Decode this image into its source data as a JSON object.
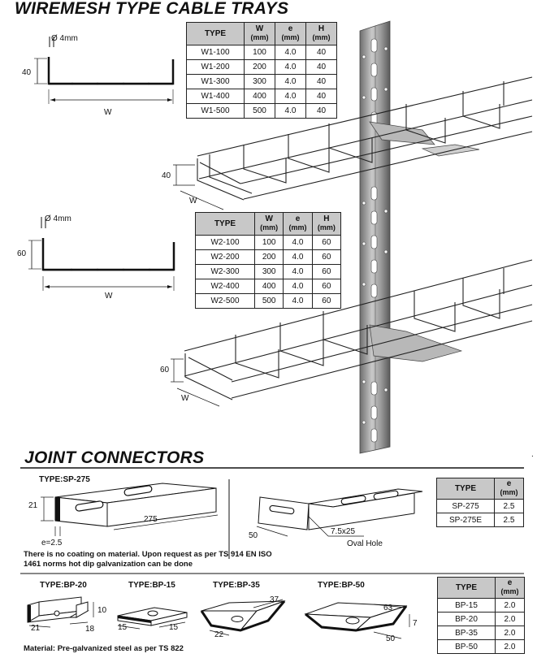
{
  "title": "WIREMESH TYPE CABLE TRAYS",
  "section2_title": "JOINT CONNECTORS",
  "w1": {
    "wire_dia": "Ø 4mm",
    "height_dim": "40",
    "width_dim": "W",
    "headers": [
      "TYPE",
      "W",
      "(mm)",
      "e",
      "(mm)",
      "H",
      "(mm)"
    ],
    "rows": [
      [
        "W1-100",
        "100",
        "4.0",
        "40"
      ],
      [
        "W1-200",
        "200",
        "4.0",
        "40"
      ],
      [
        "W1-300",
        "300",
        "4.0",
        "40"
      ],
      [
        "W1-400",
        "400",
        "4.0",
        "40"
      ],
      [
        "W1-500",
        "500",
        "4.0",
        "40"
      ]
    ],
    "tray_h": "40",
    "tray_w": "W"
  },
  "w2": {
    "wire_dia": "Ø 4mm",
    "height_dim": "60",
    "width_dim": "W",
    "headers": [
      "TYPE",
      "W",
      "(mm)",
      "e",
      "(mm)",
      "H",
      "(mm)"
    ],
    "rows": [
      [
        "W2-100",
        "100",
        "4.0",
        "60"
      ],
      [
        "W2-200",
        "200",
        "4.0",
        "60"
      ],
      [
        "W2-300",
        "300",
        "4.0",
        "60"
      ],
      [
        "W2-400",
        "400",
        "4.0",
        "60"
      ],
      [
        "W2-500",
        "500",
        "4.0",
        "60"
      ]
    ],
    "tray_h": "60",
    "tray_w": "W"
  },
  "sp": {
    "type_label": "TYPE:SP-275",
    "dim_21": "21",
    "dim_275": "275",
    "dim_e": "e=2.5",
    "dim_50": "50",
    "dim_hole": "7.5x25",
    "oval_hole": "Oval Hole",
    "note_line1": "There is no coating on material. Upon request as per TS 914 EN ISO",
    "note_line2": "1461 norms hot dip galvanization can be done",
    "table_headers": [
      "TYPE",
      "e",
      "(mm)"
    ],
    "table_rows": [
      [
        "SP-275",
        "2.5"
      ],
      [
        "SP-275E",
        "2.5"
      ]
    ]
  },
  "bp": {
    "labels": [
      "TYPE:BP-20",
      "TYPE:BP-15",
      "TYPE:BP-35",
      "TYPE:BP-50"
    ],
    "bp20_dims": [
      "10",
      "21",
      "18"
    ],
    "bp15_dims": [
      "15",
      "15"
    ],
    "bp35_dims": [
      "37",
      "22"
    ],
    "bp50_dims": [
      "63",
      "7",
      "50"
    ],
    "material_note": "Material: Pre-galvanized steel as per TS 822",
    "table_headers": [
      "TYPE",
      "e",
      "(mm)"
    ],
    "table_rows": [
      [
        "BP-15",
        "2.0"
      ],
      [
        "BP-20",
        "2.0"
      ],
      [
        "BP-35",
        "2.0"
      ],
      [
        "BP-50",
        "2.0"
      ]
    ]
  },
  "stray_mark": "."
}
